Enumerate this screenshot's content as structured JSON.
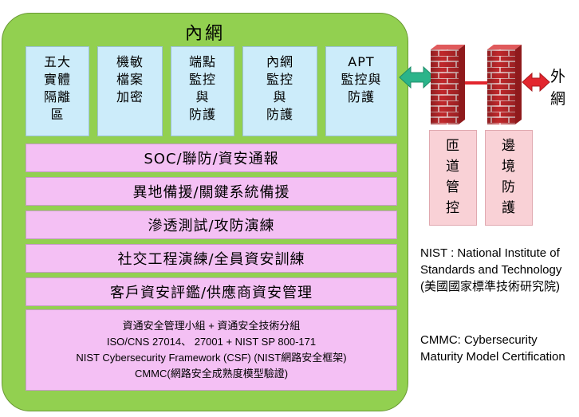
{
  "intranet": {
    "title": "內網",
    "modules": [
      {
        "text": "五大\n實體\n隔離\n區"
      },
      {
        "text": "機敏\n檔案\n加密"
      },
      {
        "text": "端點\n監控\n與\n防護"
      },
      {
        "text": "內網\n監控\n與\n防護"
      },
      {
        "text": "APT\n監控與\n防護"
      }
    ],
    "bars": [
      "SOC/聯防/資安通報",
      "異地備援/關鍵系統備援",
      "滲透測試/攻防演練",
      "社交工程演練/全員資安訓練",
      "客戶資安評鑑/供應商資安管理"
    ],
    "standards": [
      "資通安全管理小組 + 資通安全技術分組",
      "ISO/CNS 27014、 27001 + NIST SP 800-171",
      "NIST Cybersecurity Framework (CSF) (NIST網路安全框架)",
      "CMMC(網路安全成熟度模型驗證)"
    ]
  },
  "walls": {
    "left_label": "匝\n道\n管\n控",
    "right_label": "邊\n境\n防\n護"
  },
  "outside": "外\n網",
  "notes": {
    "nist": "NIST : National Institute of Standards and Technology (美國國家標準技術研究院)",
    "cmmc": "CMMC: Cybersecurity Maturity Model Certification"
  },
  "colors": {
    "container_green": "#92d050",
    "module_blue": "#ccecfa",
    "bar_pink": "#f4c0f4",
    "label_pink": "#f9d1d6",
    "brick_red": "#c0282b",
    "arrow_teal": "#2bb48a",
    "arrow_red": "#e3262e"
  }
}
